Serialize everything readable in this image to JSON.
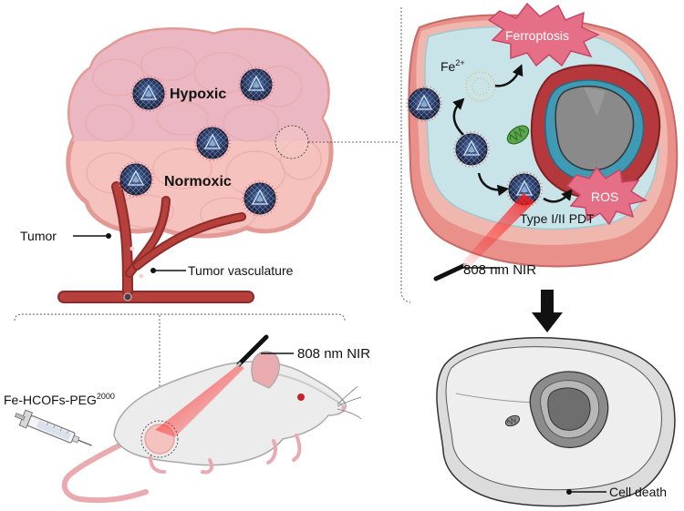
{
  "tumor_panel": {
    "hypoxic_label": "Hypoxic",
    "normoxic_label": "Normoxic",
    "tumor_label": "Tumor",
    "vasculature_label": "Tumor vasculature"
  },
  "cell_panel": {
    "ferroptosis_label": "Ferroptosis",
    "fe_ion_base": "Fe",
    "fe_ion_charge": "2+",
    "ros_label": "ROS",
    "pdt_label": "Type I/II PDT",
    "nir_label": "808 nm NIR"
  },
  "mouse_panel": {
    "agent_base": "Fe-HCOFs-PEG",
    "agent_superscript": "2000",
    "nir_label": "808 nm NIR"
  },
  "dead_cell_panel": {
    "cell_death_label": "Cell death"
  },
  "colors": {
    "tumor_pink": "#f6c2bd",
    "hypoxic_pink": "#eab7c2",
    "vessel_red": "#b6413c",
    "cytoplasm_blue": "#c9e4e8",
    "nucleus_red": "#b5383c",
    "burst_pink": "#e56f86",
    "laser_red": "#e0141c"
  }
}
